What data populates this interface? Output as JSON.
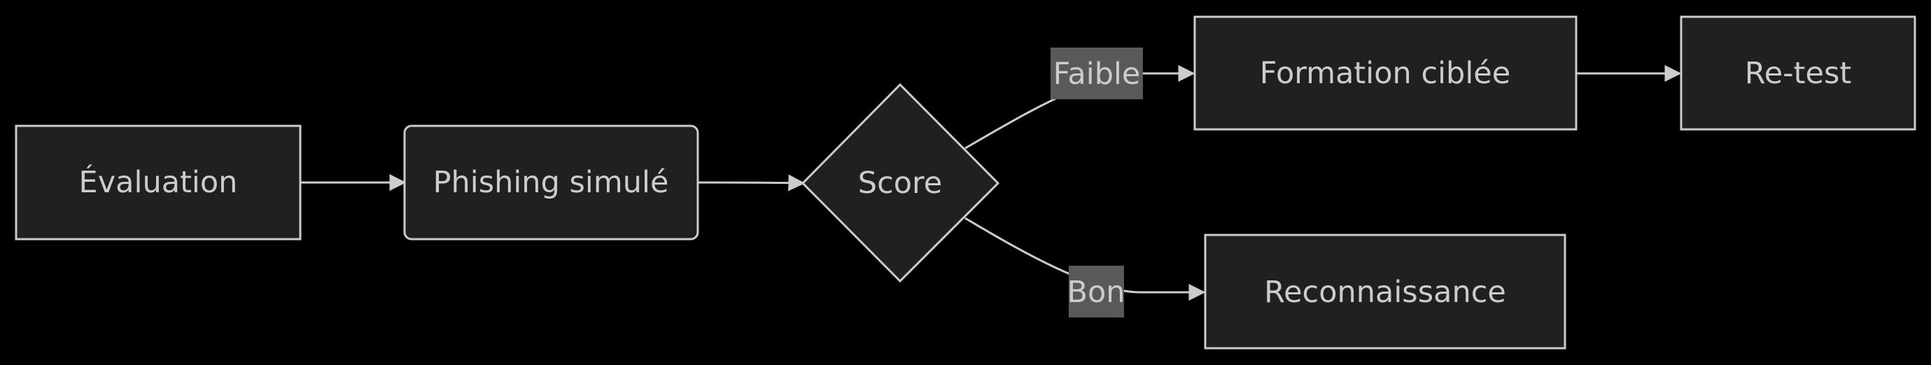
{
  "diagram": {
    "type": "flowchart",
    "nodes": {
      "evaluation": "Évaluation",
      "phishing": "Phishing simulé",
      "score": "Score",
      "formation": "Formation ciblée",
      "retest": "Re-test",
      "reconnaissance": "Reconnaissance"
    },
    "edge_labels": {
      "faible": "Faible",
      "bon": "Bon"
    },
    "colors": {
      "background": "#000000",
      "node_fill": "#1f2020",
      "stroke": "#cccccc",
      "text": "#cccccc",
      "edge_label_bg": "#595959"
    }
  }
}
